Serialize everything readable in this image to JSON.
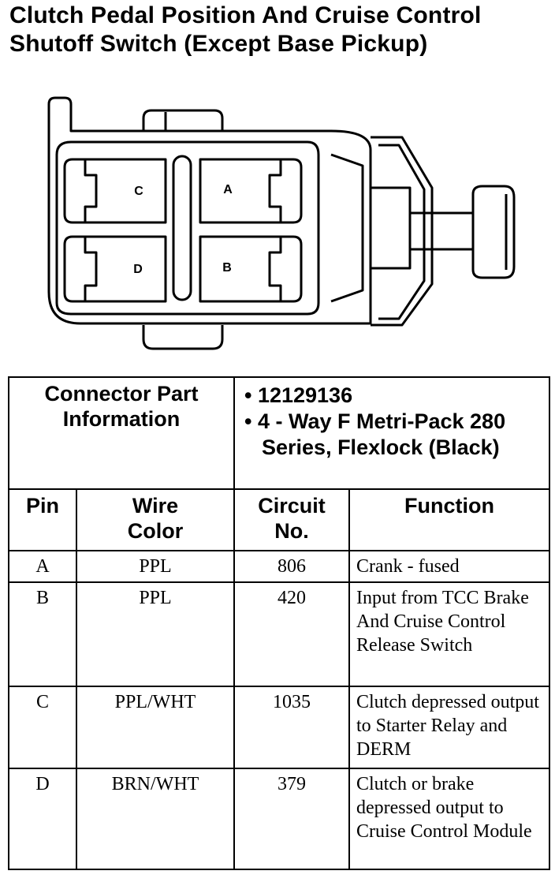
{
  "title": {
    "line1": "Clutch Pedal Position And Cruise Control",
    "line2": "Shutoff Switch (Except Base Pickup)"
  },
  "diagram": {
    "pins": [
      "A",
      "B",
      "C",
      "D"
    ]
  },
  "connector": {
    "label_line1": "Connector Part",
    "label_line2": "Information",
    "bullets": [
      "• 12129136",
      "• 4 - Way F Metri-Pack 280 Series, Flexlock (Black)"
    ]
  },
  "table": {
    "headers": {
      "pin": "Pin",
      "wire_color_line1": "Wire",
      "wire_color_line2": "Color",
      "circuit_line1": "Circuit",
      "circuit_line2": "No.",
      "function": "Function"
    },
    "rows": [
      {
        "pin": "A",
        "wire_color": "PPL",
        "circuit": "806",
        "function": "Crank - fused"
      },
      {
        "pin": "B",
        "wire_color": "PPL",
        "circuit": "420",
        "function": "Input from TCC Brake And Cruise Control Release Switch"
      },
      {
        "pin": "C",
        "wire_color": "PPL/WHT",
        "circuit": "1035",
        "function": "Clutch depressed output to Starter Relay and DERM"
      },
      {
        "pin": "D",
        "wire_color": "BRN/WHT",
        "circuit": "379",
        "function": "Clutch or brake depressed output to Cruise Control Module"
      }
    ]
  }
}
